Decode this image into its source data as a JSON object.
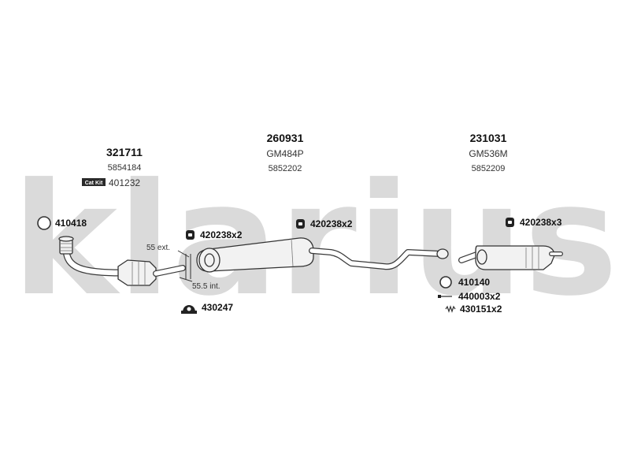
{
  "brand": {
    "watermark": "klarius"
  },
  "groups": [
    {
      "id": "front",
      "part_number": "321711",
      "oem": "5854184",
      "badge": "Cat Kit",
      "kit_number": "401232"
    },
    {
      "id": "middle",
      "part_number": "260931",
      "oem_code": "GM484P",
      "oem": "5852202"
    },
    {
      "id": "rear",
      "part_number": "231031",
      "oem_code": "GM536M",
      "oem": "5852209"
    }
  ],
  "accessories": [
    {
      "id": "ring-front",
      "label": "410418",
      "icon": "gasket-ring-icon"
    },
    {
      "id": "mount-middle",
      "label": "420238x2",
      "icon": "rubber-mount-icon"
    },
    {
      "id": "mount-center",
      "label": "420238x2",
      "icon": "rubber-mount-icon"
    },
    {
      "id": "mount-rear",
      "label": "420238x3",
      "icon": "rubber-mount-icon"
    },
    {
      "id": "clamp",
      "label": "430247",
      "icon": "clamp-icon"
    },
    {
      "id": "ring-rear",
      "label": "410140",
      "icon": "gasket-ring-icon"
    },
    {
      "id": "bolt",
      "label": "440003x2",
      "icon": "bolt-icon"
    },
    {
      "id": "spring",
      "label": "430151x2",
      "icon": "spring-icon"
    }
  ],
  "dimensions": {
    "ext": "55 ext.",
    "int": "55.5 int."
  }
}
